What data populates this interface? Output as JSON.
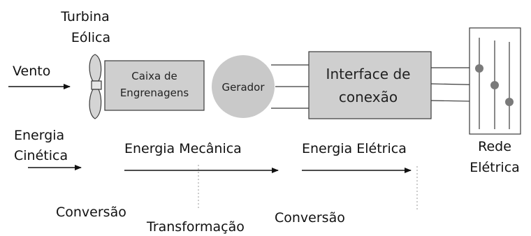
{
  "labels": {
    "turbine_line1": "Turbina",
    "turbine_line2": "Eólica",
    "wind": "Vento",
    "gearbox_line1": "Caixa de",
    "gearbox_line2": "Engrenagens",
    "generator": "Gerador",
    "interface_line1": "Interface de",
    "interface_line2": "conexão",
    "kinetic_line1": "Energia",
    "kinetic_line2": "Cinética",
    "mechanical": "Energia Mecânica",
    "electrical": "Energia Elétrica",
    "grid_line1": "Rede",
    "grid_line2": "Elétrica",
    "conversion_1": "Conversão",
    "transformation": "Transformação",
    "conversion_2": "Conversão"
  },
  "colors": {
    "box_fill": "#cfcfcf",
    "generator_fill": "#c9c9c9",
    "stroke": "#3a3a3a",
    "grid_node": "#7a7a7a"
  }
}
